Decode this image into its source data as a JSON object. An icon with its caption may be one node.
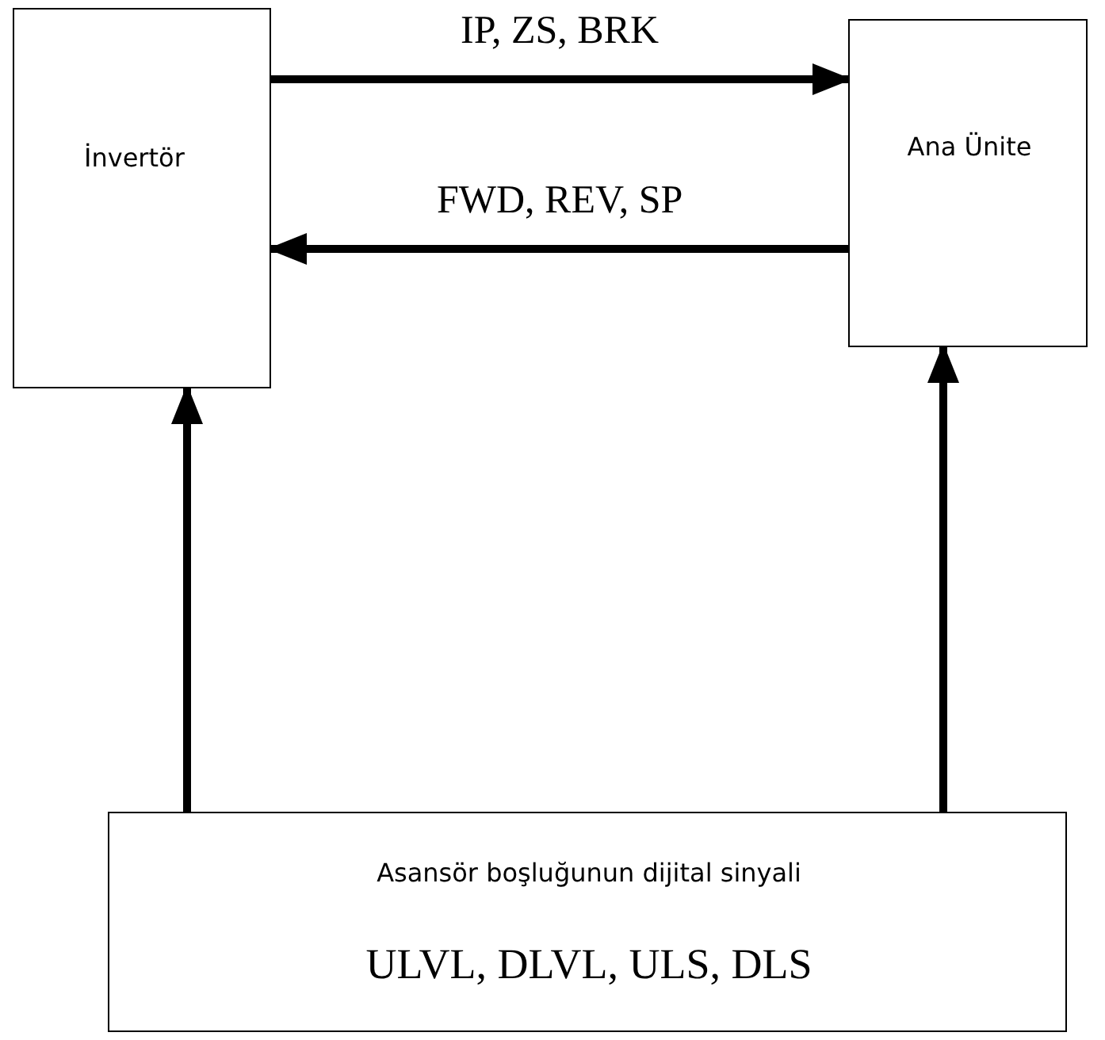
{
  "diagram": {
    "nodes": [
      {
        "text": [
          "İnvertör"
        ]
      },
      {
        "text": [
          "Ana Ünite"
        ]
      },
      {
        "text": [
          "Asansör boşluğunun dijital sinyali",
          "ULVL, DLVL, ULS, DLS"
        ]
      }
    ],
    "edges": [
      {
        "from": 0,
        "to": 1,
        "arrow": "to",
        "label": "IP, ZS, BRK"
      },
      {
        "from": 1,
        "to": 0,
        "arrow": "to",
        "label": "FWD, REV, SP"
      },
      {
        "from": 2,
        "to": 0,
        "arrow": "to"
      },
      {
        "from": 2,
        "to": 1,
        "arrow": "to"
      }
    ]
  }
}
